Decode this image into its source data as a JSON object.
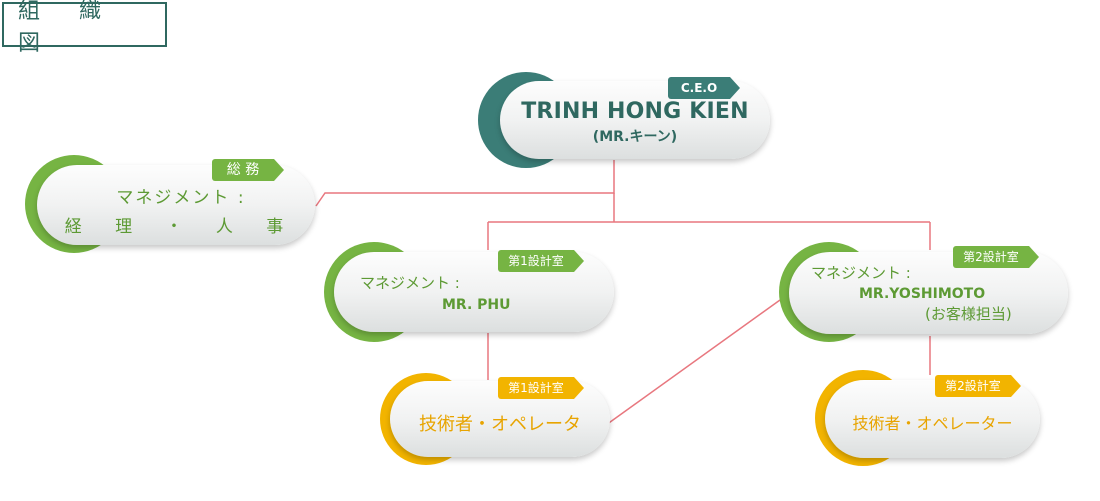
{
  "page_title": "組 織 図",
  "ceo": {
    "tag": "C.E.O",
    "name": "TRINH HONG KIEN",
    "sub": "(MR.キーン)"
  },
  "general_affairs": {
    "tag": "総 務",
    "line1": "マネジメント :",
    "line2": "経 理 ・ 人 事"
  },
  "design_room_1": {
    "tag": "第1設計室",
    "role": "マネジメント :",
    "name": "MR. PHU"
  },
  "design_room_2": {
    "tag": "第2設計室",
    "role": "マネジメント :",
    "name": "MR.YOSHIMOTO",
    "note": "(お客様担当)"
  },
  "operator_1": {
    "tag": "第1設計室",
    "text": "技術者・オペレータ"
  },
  "operator_2": {
    "tag": "第2設計室",
    "text": "技術者・オペレーター"
  },
  "colors": {
    "teal": "#3b7d77",
    "green": "#76b443",
    "yellow": "#f2b400",
    "connector": "#e8777f"
  }
}
